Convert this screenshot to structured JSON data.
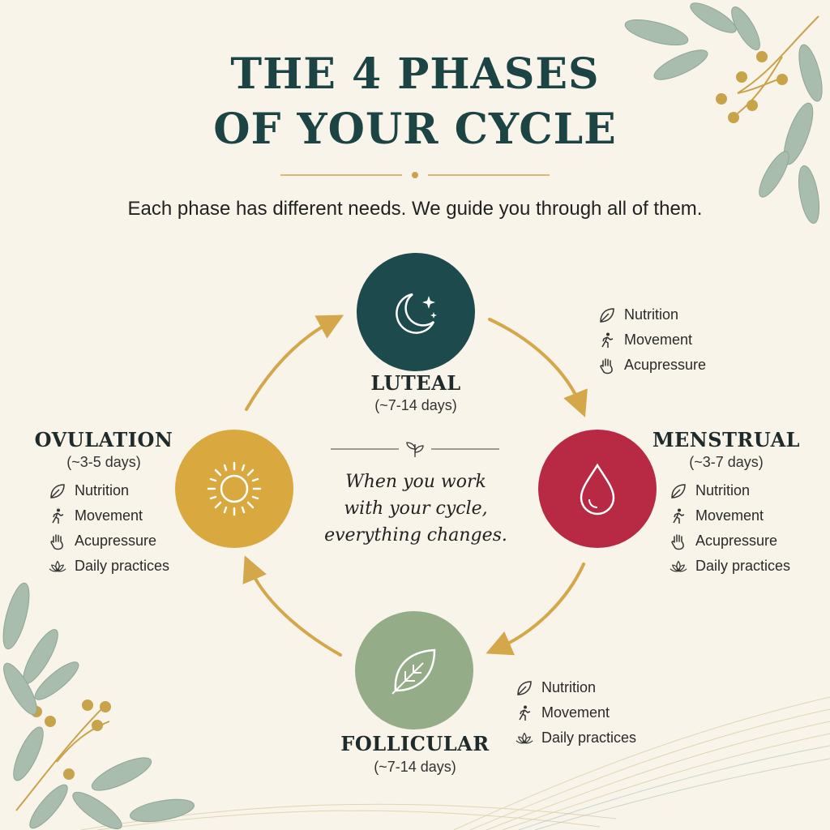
{
  "title_line1": "THE 4 PHASES",
  "title_line2": "OF YOUR CYCLE",
  "subtitle": "Each phase has different needs. We guide you through all of them.",
  "center_quote": {
    "line1": "When you work",
    "line2": "with your cycle,",
    "line3": "everything changes."
  },
  "colors": {
    "background": "#f8f4ea",
    "title": "#1c4444",
    "arrow": "#d4a84a",
    "luteal": "#1d4a4c",
    "menstrual": "#b82a44",
    "follicular": "#94ac87",
    "ovulation": "#d9a83f"
  },
  "phases": {
    "luteal": {
      "name": "LUTEAL",
      "days": "(~7-14 days)",
      "icon": "moon-stars-icon",
      "items": [
        "Nutrition",
        "Movement",
        "Acupressure"
      ]
    },
    "menstrual": {
      "name": "MENSTRUAL",
      "days": "(~3-7 days)",
      "icon": "drop-icon",
      "items": [
        "Nutrition",
        "Movement",
        "Acupressure",
        "Daily practices"
      ]
    },
    "follicular": {
      "name": "FOLLICULAR",
      "days": "(~7-14 days)",
      "icon": "leaf-icon",
      "items": [
        "Nutrition",
        "Movement",
        "Daily practices"
      ]
    },
    "ovulation": {
      "name": "OVULATION",
      "days": "(~3-5 days)",
      "icon": "sun-icon",
      "items": [
        "Nutrition",
        "Movement",
        "Acupressure",
        "Daily practices"
      ]
    }
  }
}
